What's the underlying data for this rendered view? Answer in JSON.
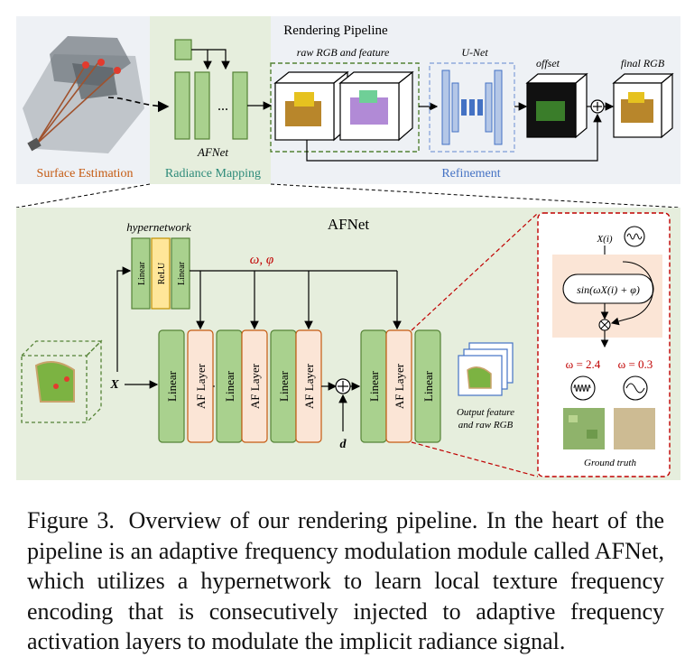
{
  "figure": {
    "surface_estimation": "Surface Estimation",
    "afnet_small": "AFNet",
    "radiance_mapping": "Radiance Mapping",
    "ellipsis": "...",
    "rendering_pipeline": "Rendering Pipeline",
    "raw_rgb_feature": "raw RGB and feature",
    "unet": "U-Net",
    "offset": "offset",
    "final_rgb": "final RGB",
    "refinement": "Refinement",
    "afnet_title": "AFNet",
    "hypernetwork": "hypernetwork",
    "hyper_linear1": "Linear",
    "hyper_relu": "ReLU",
    "hyper_linear2": "Linear",
    "omega_phi": "ω, φ",
    "input_x": "X",
    "input_d": "d",
    "block_linear": "Linear",
    "block_af": "AF Layer",
    "output_line1": "Output feature",
    "output_line2": "and raw RGB",
    "xi_label": "X(i)",
    "sin_formula": "sin(ωX(i) + φ)",
    "omega_a": "ω = 2.4",
    "omega_b": "ω = 0.3",
    "ground_truth": "Ground truth",
    "colors": {
      "green_fill": "#a9d18e",
      "green_stroke": "#548235",
      "pink_fill": "#fbe5d6",
      "pink_stroke": "#c55a11",
      "blue_fill": "#b4c7e7",
      "yellow_fill": "#ffe699",
      "accent_red": "#c00000",
      "orange_text": "#c55a11",
      "teal_text": "#2e8b7a"
    }
  },
  "caption": {
    "label": "Figure 3.",
    "text": "Overview of our rendering pipeline. In the heart of the pipeline is an adaptive frequency modulation module called AFNet, which utilizes a hypernetwork to learn local texture frequency encoding that is consecutively injected to adaptive frequency activation layers to modulate the implicit radiance signal."
  }
}
